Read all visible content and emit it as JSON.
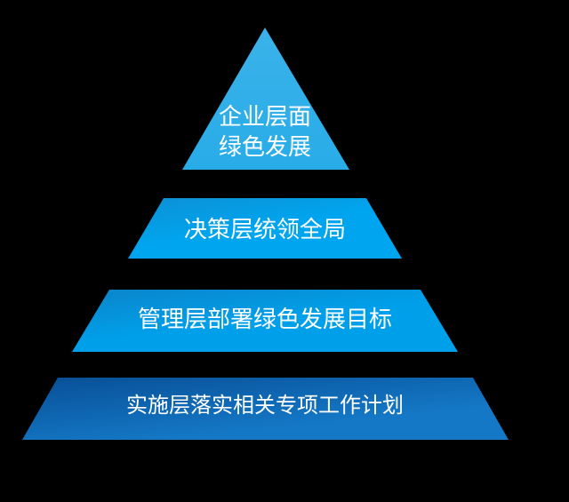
{
  "diagram": {
    "type": "pyramid",
    "background_color": "#000000",
    "text_color": "#ffffff",
    "tiers": [
      {
        "level": 1,
        "name": "enterprise-level",
        "label_line1": "企业层面",
        "label_line2": "绿色发展",
        "color_start": "#3bb2e9",
        "color_end": "#28ace8"
      },
      {
        "level": 2,
        "name": "decision-level",
        "label": "决策层统领全局",
        "color_start": "#0d90d4",
        "color_end": "#00a5ef"
      },
      {
        "level": 3,
        "name": "management-level",
        "label": "管理层部署绿色发展目标",
        "color_start": "#0b84c9",
        "color_end": "#009fe9"
      },
      {
        "level": 4,
        "name": "implementation-level",
        "label": "实施层落实相关专项工作计划",
        "color_start": "#084f96",
        "color_end": "#1478c6"
      }
    ]
  }
}
